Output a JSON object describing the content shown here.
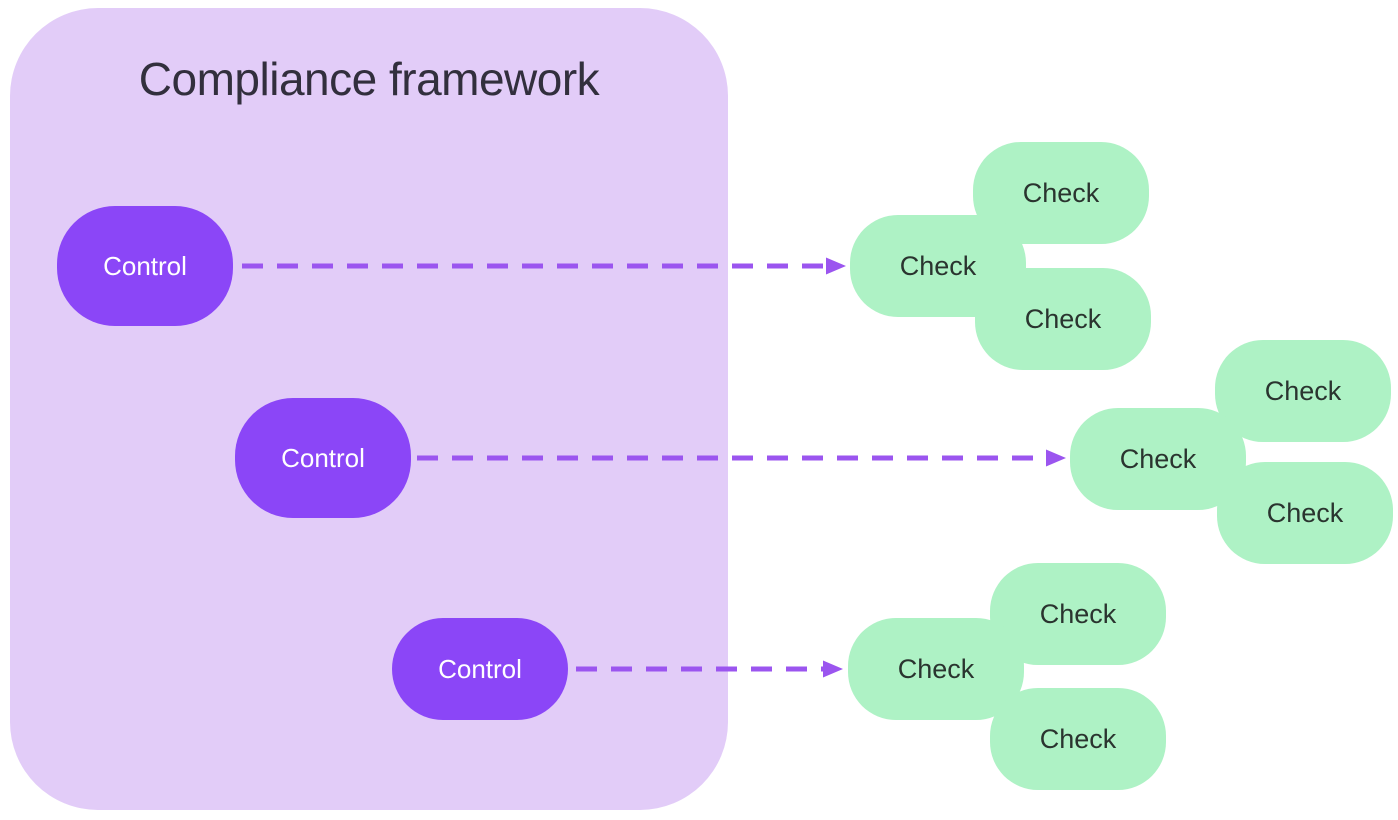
{
  "framework": {
    "title": "Compliance framework"
  },
  "controls": [
    {
      "label": "Control"
    },
    {
      "label": "Control"
    },
    {
      "label": "Control"
    }
  ],
  "clusters": [
    {
      "checks": [
        {
          "label": "Check"
        },
        {
          "label": "Check"
        },
        {
          "label": "Check"
        }
      ]
    },
    {
      "checks": [
        {
          "label": "Check"
        },
        {
          "label": "Check"
        },
        {
          "label": "Check"
        }
      ]
    },
    {
      "checks": [
        {
          "label": "Check"
        },
        {
          "label": "Check"
        },
        {
          "label": "Check"
        }
      ]
    }
  ],
  "colors": {
    "background": "#ffffff",
    "framework_fill": "#e2ccf8",
    "control_fill": "#8b46f7",
    "control_text": "#ffffff",
    "check_fill": "#aef2c5",
    "check_text": "#2a342f",
    "arrow": "#9b55ef",
    "title_text": "#322f3d"
  }
}
